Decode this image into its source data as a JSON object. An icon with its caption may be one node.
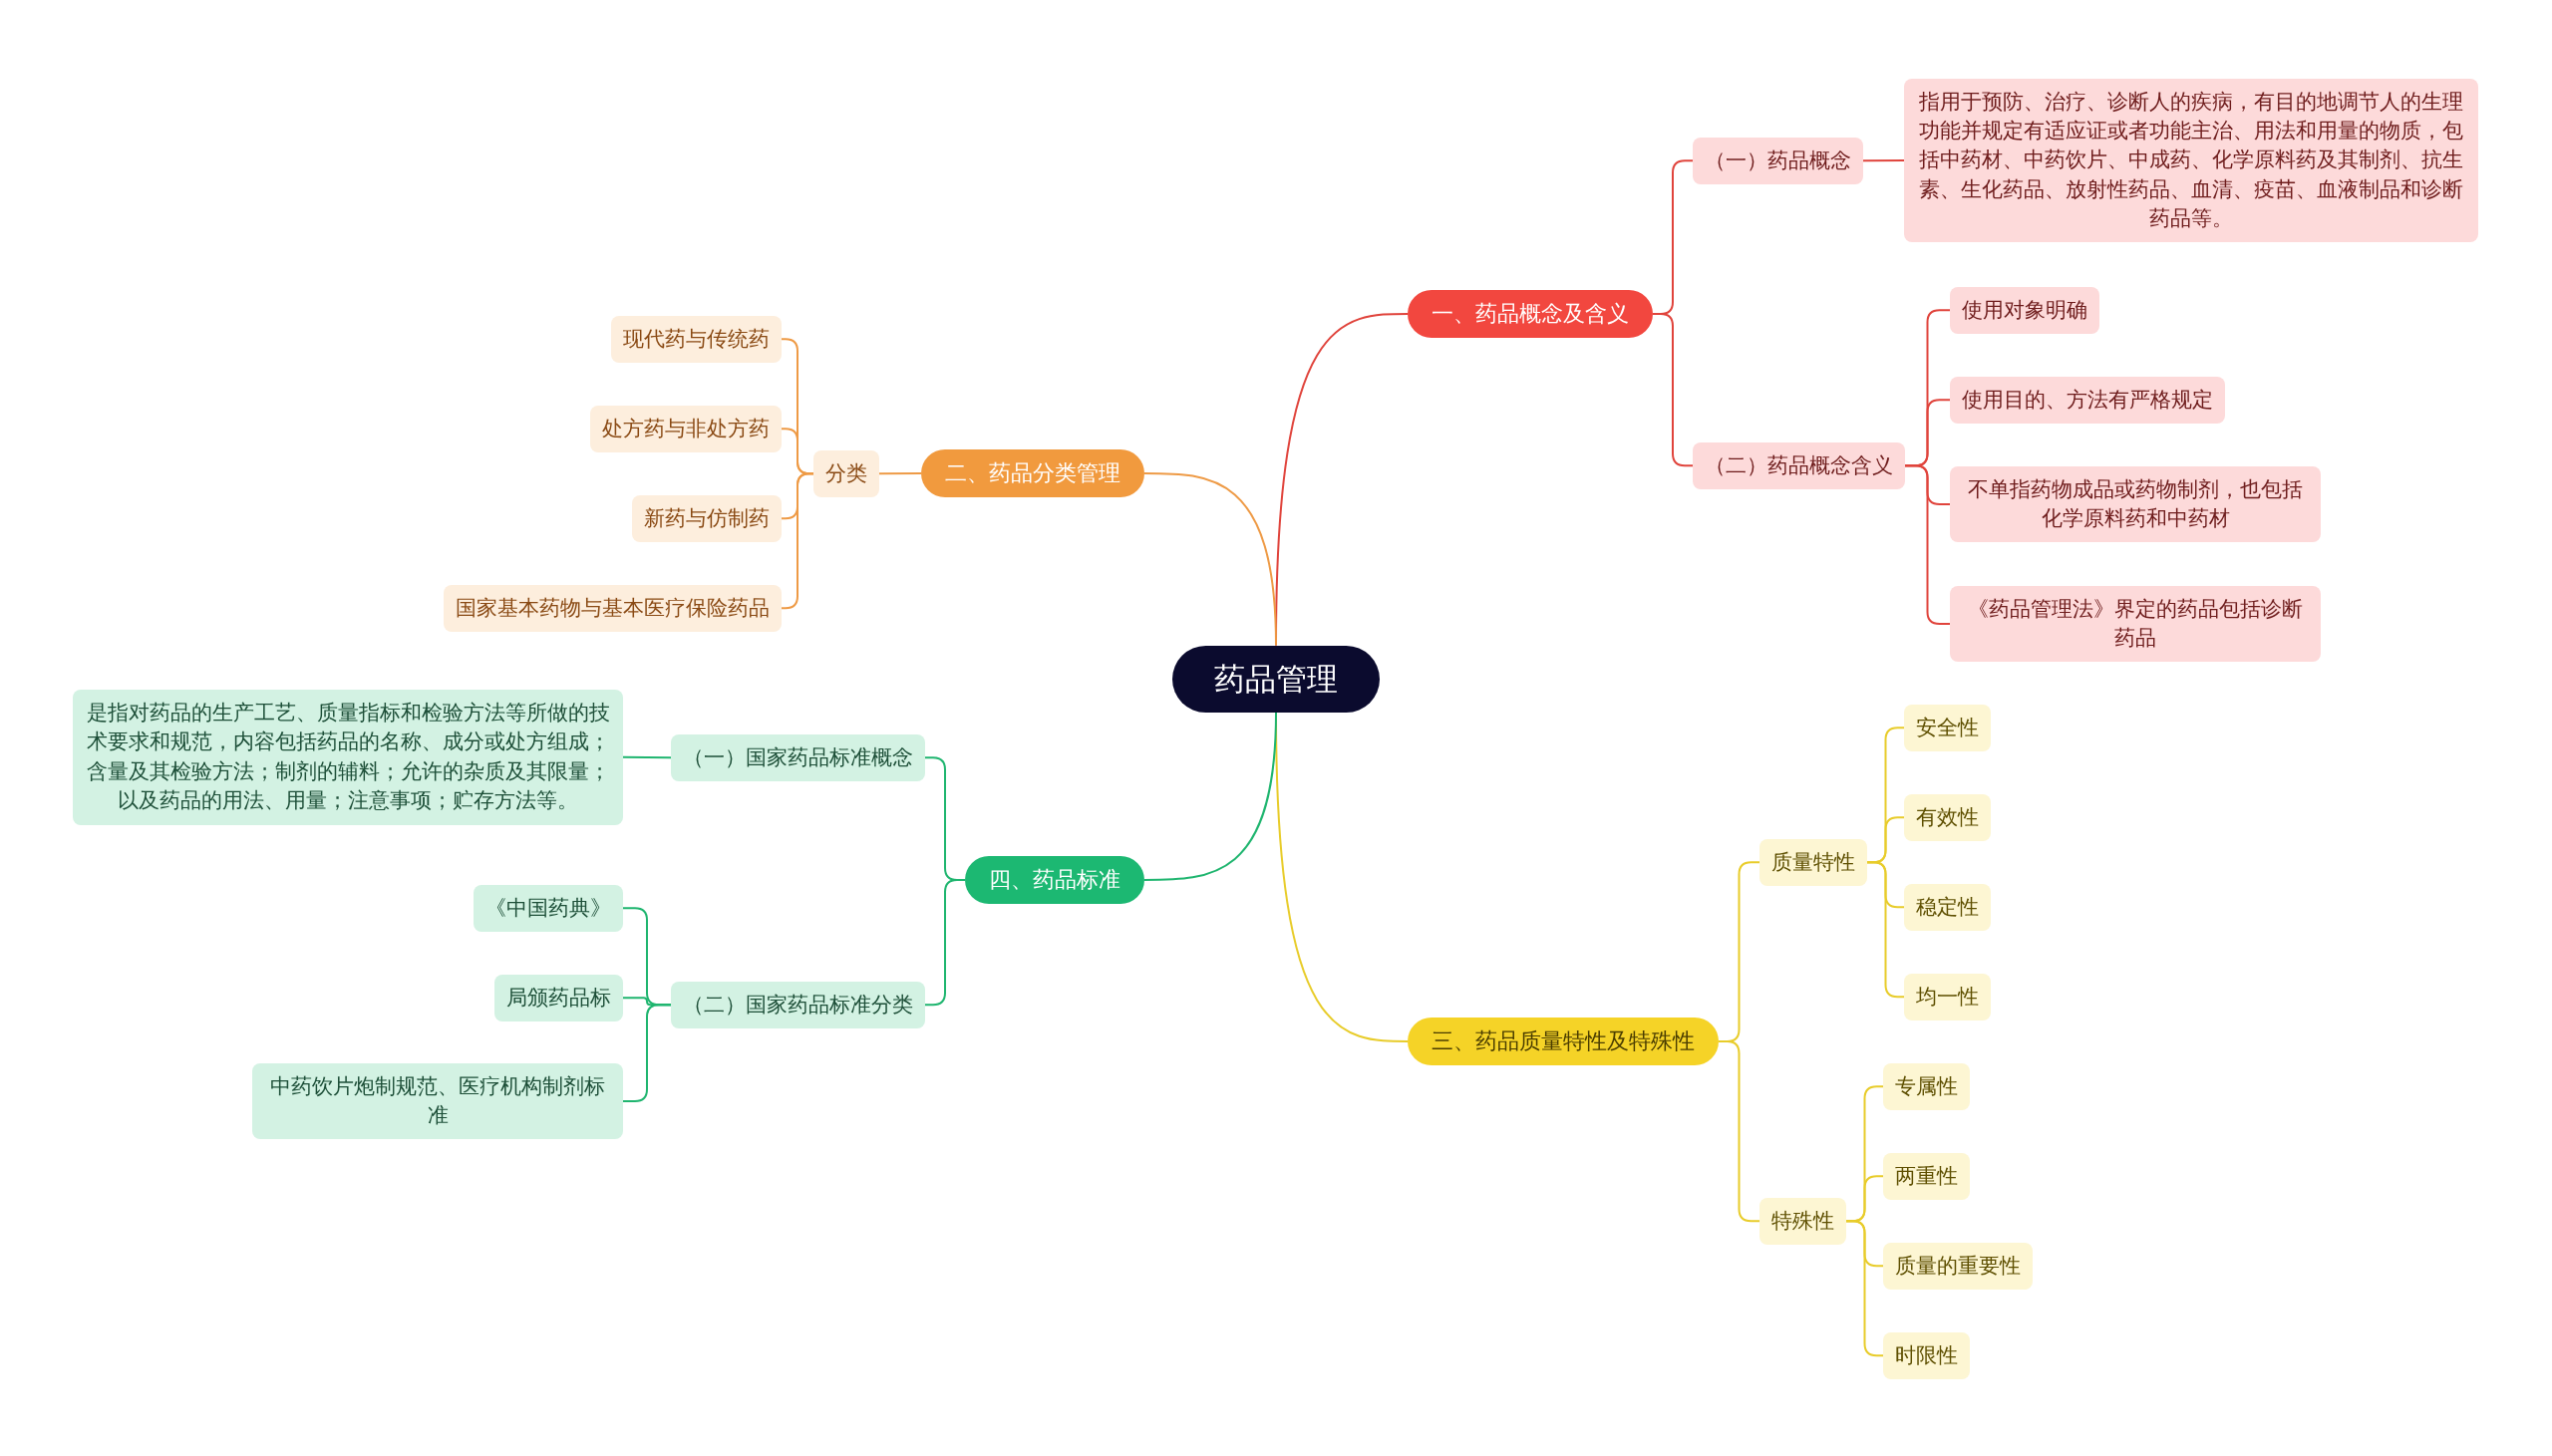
{
  "diagram": {
    "nodes": [
      {
        "text": [
          "药品管理"
        ]
      },
      {
        "text": [
          "一、药品概念及含义"
        ]
      },
      {
        "text": [
          "（一）药品概念"
        ]
      },
      {
        "text": [
          "指用于预防、治疗、诊断人的疾病，有目的地调节人的生理功能并规定有适应证或者功能主治、用法和用量的物质，包括中药材、中药饮片、中成药、化学原料药及其制剂、抗生素、生化药品、放射性药品、血清、疫苗、血液制品和诊断药品等。"
        ]
      },
      {
        "text": [
          "（二）药品概念含义"
        ]
      },
      {
        "text": [
          "使用对象明确"
        ]
      },
      {
        "text": [
          "使用目的、方法有严格规定"
        ]
      },
      {
        "text": [
          "不单指药物成品或药物制剂，也包括化学原料药和中药材"
        ]
      },
      {
        "text": [
          "《药品管理法》界定的药品包括诊断药品"
        ]
      },
      {
        "text": [
          "二、药品分类管理"
        ]
      },
      {
        "text": [
          "分类"
        ]
      },
      {
        "text": [
          "现代药与传统药"
        ]
      },
      {
        "text": [
          "处方药与非处方药"
        ]
      },
      {
        "text": [
          "新药与仿制药"
        ]
      },
      {
        "text": [
          "国家基本药物与基本医疗保险药品"
        ]
      },
      {
        "text": [
          "三、药品质量特性及特殊性"
        ]
      },
      {
        "text": [
          "质量特性"
        ]
      },
      {
        "text": [
          "安全性"
        ]
      },
      {
        "text": [
          "有效性"
        ]
      },
      {
        "text": [
          "稳定性"
        ]
      },
      {
        "text": [
          "均一性"
        ]
      },
      {
        "text": [
          "特殊性"
        ]
      },
      {
        "text": [
          "专属性"
        ]
      },
      {
        "text": [
          "两重性"
        ]
      },
      {
        "text": [
          "质量的重要性"
        ]
      },
      {
        "text": [
          "时限性"
        ]
      },
      {
        "text": [
          "四、药品标准"
        ]
      },
      {
        "text": [
          "（一）国家药品标准概念"
        ]
      },
      {
        "text": [
          "是指对药品的生产工艺、质量指标和检验方法等所做的技术要求和规范，内容包括药品的名称、成分或处方组成；含量及其检验方法；制剂的辅料；允许的杂质及其限量；以及药品的用法、用量；注意事项；贮存方法等。"
        ]
      },
      {
        "text": [
          "（二）国家药品标准分类"
        ]
      },
      {
        "text": [
          "《中国药典》"
        ]
      },
      {
        "text": [
          "局颁药品标"
        ]
      },
      {
        "text": [
          "中药饮片炮制规范、医疗机构制剂标准"
        ]
      }
    ],
    "edges": [
      {
        "from": 0,
        "to": 1,
        "arrow": "none",
        "color": "#e0443c"
      },
      {
        "from": 1,
        "to": 2,
        "arrow": "none",
        "color": "#e0443c"
      },
      {
        "from": 2,
        "to": 3,
        "arrow": "none",
        "color": "#e0443c"
      },
      {
        "from": 1,
        "to": 4,
        "arrow": "none",
        "color": "#e0443c"
      },
      {
        "from": 4,
        "to": 5,
        "arrow": "none",
        "color": "#e0443c"
      },
      {
        "from": 4,
        "to": 6,
        "arrow": "none",
        "color": "#e0443c"
      },
      {
        "from": 4,
        "to": 7,
        "arrow": "none",
        "color": "#e0443c"
      },
      {
        "from": 4,
        "to": 8,
        "arrow": "none",
        "color": "#e0443c"
      },
      {
        "from": 0,
        "to": 9,
        "arrow": "none",
        "color": "#ee9a45"
      },
      {
        "from": 9,
        "to": 10,
        "arrow": "none",
        "color": "#ee9a45"
      },
      {
        "from": 10,
        "to": 11,
        "arrow": "none",
        "color": "#ee9a45"
      },
      {
        "from": 10,
        "to": 12,
        "arrow": "none",
        "color": "#ee9a45"
      },
      {
        "from": 10,
        "to": 13,
        "arrow": "none",
        "color": "#ee9a45"
      },
      {
        "from": 10,
        "to": 14,
        "arrow": "none",
        "color": "#ee9a45"
      },
      {
        "from": 0,
        "to": 15,
        "arrow": "none",
        "color": "#e8cc2a"
      },
      {
        "from": 15,
        "to": 16,
        "arrow": "none",
        "color": "#e8cc2a"
      },
      {
        "from": 16,
        "to": 17,
        "arrow": "none",
        "color": "#e8cc2a"
      },
      {
        "from": 16,
        "to": 18,
        "arrow": "none",
        "color": "#e8cc2a"
      },
      {
        "from": 16,
        "to": 19,
        "arrow": "none",
        "color": "#e8cc2a"
      },
      {
        "from": 16,
        "to": 20,
        "arrow": "none",
        "color": "#e8cc2a"
      },
      {
        "from": 15,
        "to": 21,
        "arrow": "none",
        "color": "#e8cc2a"
      },
      {
        "from": 21,
        "to": 22,
        "arrow": "none",
        "color": "#e8cc2a"
      },
      {
        "from": 21,
        "to": 23,
        "arrow": "none",
        "color": "#e8cc2a"
      },
      {
        "from": 21,
        "to": 24,
        "arrow": "none",
        "color": "#e8cc2a"
      },
      {
        "from": 21,
        "to": 25,
        "arrow": "none",
        "color": "#e8cc2a"
      },
      {
        "from": 0,
        "to": 26,
        "arrow": "none",
        "color": "#1fb56f"
      },
      {
        "from": 26,
        "to": 27,
        "arrow": "none",
        "color": "#1fb56f"
      },
      {
        "from": 27,
        "to": 28,
        "arrow": "none",
        "color": "#1fb56f"
      },
      {
        "from": 26,
        "to": 29,
        "arrow": "none",
        "color": "#1fb56f"
      },
      {
        "from": 29,
        "to": 30,
        "arrow": "none",
        "color": "#1fb56f"
      },
      {
        "from": 29,
        "to": 31,
        "arrow": "none",
        "color": "#1fb56f"
      },
      {
        "from": 29,
        "to": 32,
        "arrow": "none",
        "color": "#1fb56f"
      }
    ]
  }
}
